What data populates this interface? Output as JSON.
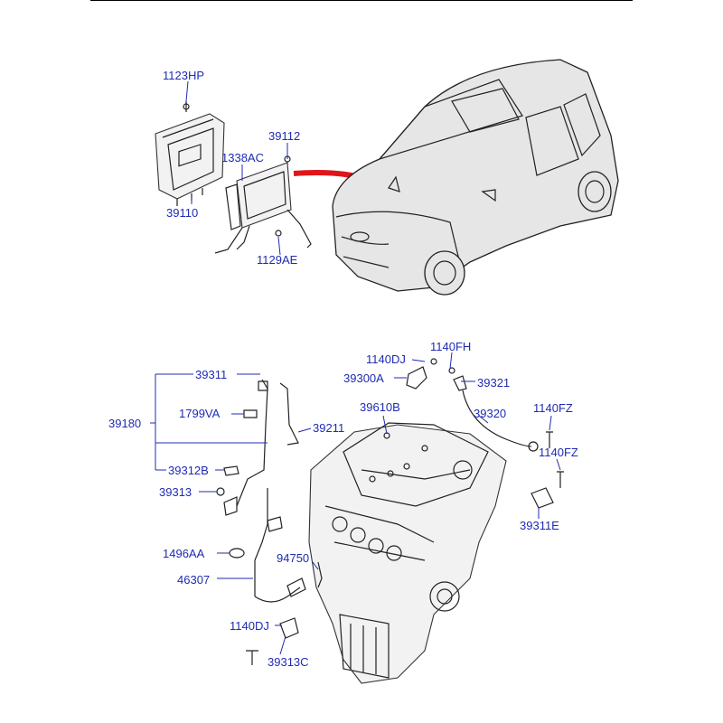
{
  "labels": {
    "l_1123HP": "1123HP",
    "l_39112": "39112",
    "l_1338AC": "1338AC",
    "l_39110": "39110",
    "l_1129AE": "1129AE",
    "l_1140DJ_top": "1140DJ",
    "l_1140FH": "1140FH",
    "l_39300A": "39300A",
    "l_39321": "39321",
    "l_39311": "39311",
    "l_39610B": "39610B",
    "l_1140FZ_a": "1140FZ",
    "l_39320": "39320",
    "l_1799VA": "1799VA",
    "l_39211": "39211",
    "l_39180": "39180",
    "l_1140FZ_b": "1140FZ",
    "l_39312B": "39312B",
    "l_39313": "39313",
    "l_39311E": "39311E",
    "l_1496AA": "1496AA",
    "l_94750": "94750",
    "l_46307": "46307",
    "l_1140DJ_bot": "1140DJ",
    "l_39313C": "39313C"
  },
  "colors": {
    "label": "#1f2bb4",
    "arrow": "#e0141a",
    "line_art": "#222222"
  }
}
